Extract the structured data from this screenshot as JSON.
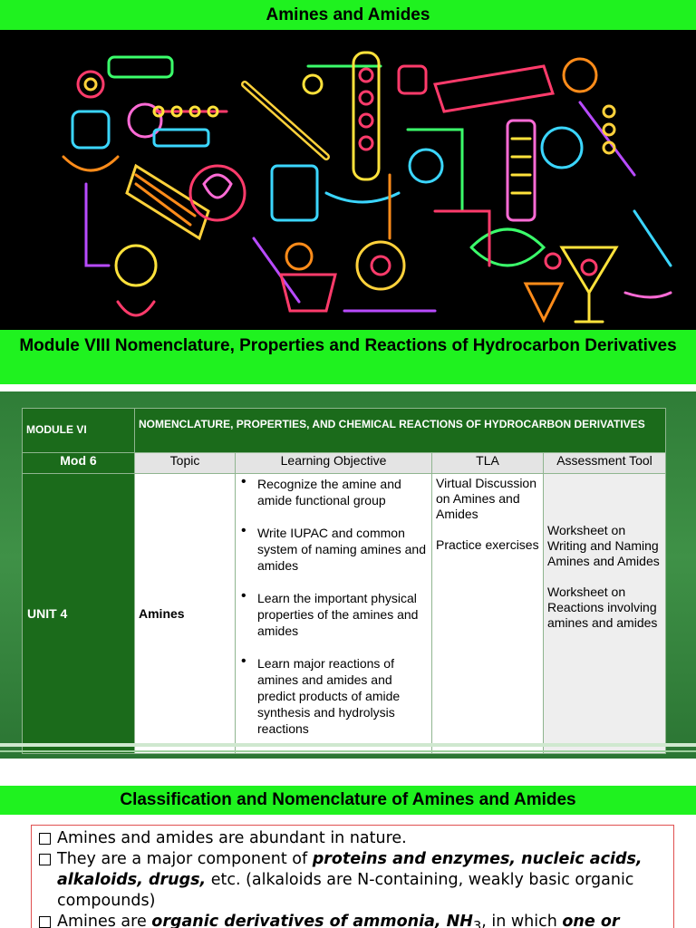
{
  "slide1": {
    "title": "Amines and Amides",
    "subtitle": "Module VIII  Nomenclature, Properties and Reactions of Hydrocarbon Derivatives"
  },
  "slide2": {
    "module_label": "MODULE VI",
    "module_name": "NOMENCLATURE, PROPERTIES, AND CHEMICAL REACTIONS OF HYDROCARBON DERIVATIVES",
    "mod_label": "Mod 6",
    "headers": [
      "Topic",
      "Learning Objective",
      "TLA",
      "Assessment Tool"
    ],
    "unit": "UNIT 4",
    "topic": "Amines",
    "objectives": [
      "Recognize the amine and amide functional group",
      "Write IUPAC and common system of naming amines and amides",
      "Learn the important physical properties of the amines and amides",
      "Learn major reactions of amines and amides and predict products of amide synthesis and hydrolysis reactions"
    ],
    "tla": [
      "Virtual Discussion on Amines and Amides",
      "Practice exercises"
    ],
    "assessment": [
      "Worksheet on Writing  and Naming Amines and Amides",
      "Worksheet on Reactions involving amines and amides"
    ]
  },
  "slide3": {
    "title": "Classification and Nomenclature of Amines and Amides",
    "b1": "Amines and amides are abundant in nature.",
    "b2_pre": " They are a major component of ",
    "b2_bold": "proteins and enzymes, nucleic acids, alkaloids, drugs,",
    "b2_post": " etc. (alkaloids are N-containing, weakly basic organic compounds)",
    "b3_pre": "Amines are ",
    "b3_bold": "organic derivatives of ammonia, NH",
    "b3_sub": "3",
    "b3_post": ", in which ",
    "b3_bold2": "one or"
  }
}
